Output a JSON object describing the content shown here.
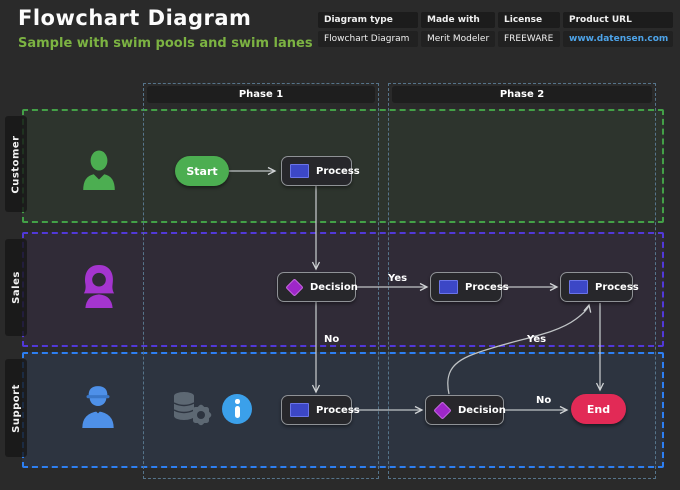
{
  "header": {
    "title": "Flowchart Diagram",
    "subtitle": "Sample with swim pools and swim lanes"
  },
  "info_table": {
    "columns": [
      {
        "label": "Diagram type",
        "value": "Flowchart Diagram"
      },
      {
        "label": "Made with",
        "value": "Merit Modeler"
      },
      {
        "label": "License",
        "value": "FREEWARE"
      },
      {
        "label": "Product URL",
        "value": "www.datensen.com"
      }
    ]
  },
  "phases": [
    {
      "label": "Phase 1"
    },
    {
      "label": "Phase 2"
    }
  ],
  "lanes": [
    {
      "label": "Customer",
      "accent": "#43a047"
    },
    {
      "label": "Sales",
      "accent": "#5138d8"
    },
    {
      "label": "Support",
      "accent": "#2d7ff2"
    }
  ],
  "nodes": {
    "start": {
      "label": "Start",
      "color": "#4cae51"
    },
    "process_customer": {
      "label": "Process"
    },
    "decision_sales": {
      "label": "Decision"
    },
    "process_phase2_sales_a": {
      "label": "Process"
    },
    "process_phase2_sales_b": {
      "label": "Process"
    },
    "process_support": {
      "label": "Process"
    },
    "decision_support": {
      "label": "Decision"
    },
    "end": {
      "label": "End",
      "color": "#e22a56"
    }
  },
  "edge_labels": {
    "sales_yes": "Yes",
    "sales_no": "No",
    "support_yes": "Yes",
    "support_no": "No"
  },
  "colors": {
    "background": "#2a2a2a",
    "subtitle_green": "#7cb342",
    "link_blue": "#4da3e8",
    "process_icon_blue": "#3c47c6",
    "decision_icon_purple": "#9e27c9",
    "phase_border": "#56748a",
    "info_icon_blue": "#3ba0ea",
    "db_icon_gray": "#5d6873"
  }
}
